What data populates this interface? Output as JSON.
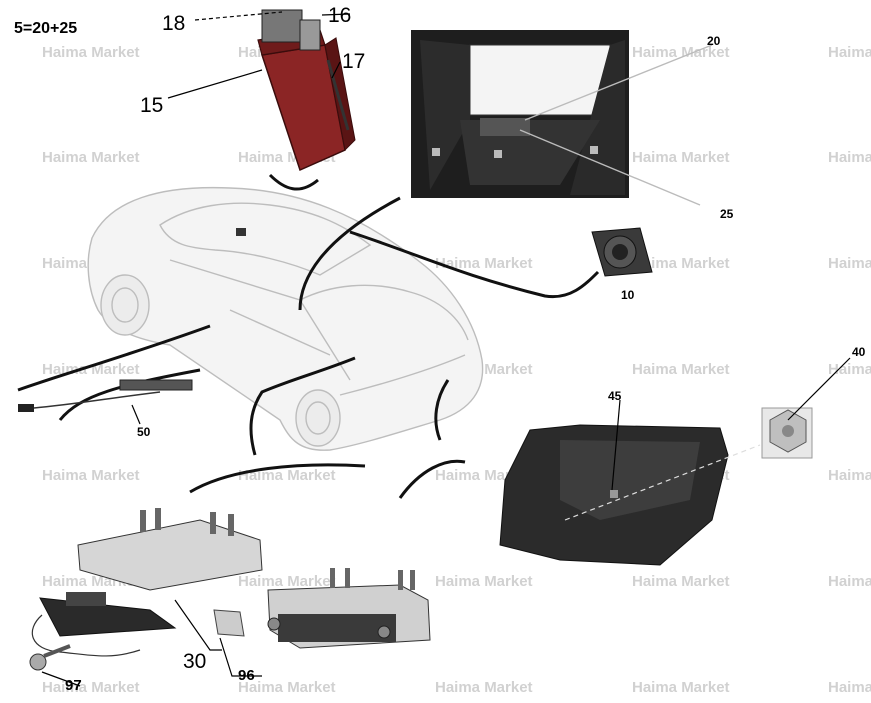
{
  "formula": "5=20+25",
  "watermark": "Haima Market",
  "labels": {
    "p15": "15",
    "p16": "16",
    "p17": "17",
    "p18": "18",
    "p20": "20",
    "p25": "25",
    "p10": "10",
    "p40": "40",
    "p45": "45",
    "p50": "50",
    "p30": "30",
    "p96": "96",
    "p97": "97"
  }
}
